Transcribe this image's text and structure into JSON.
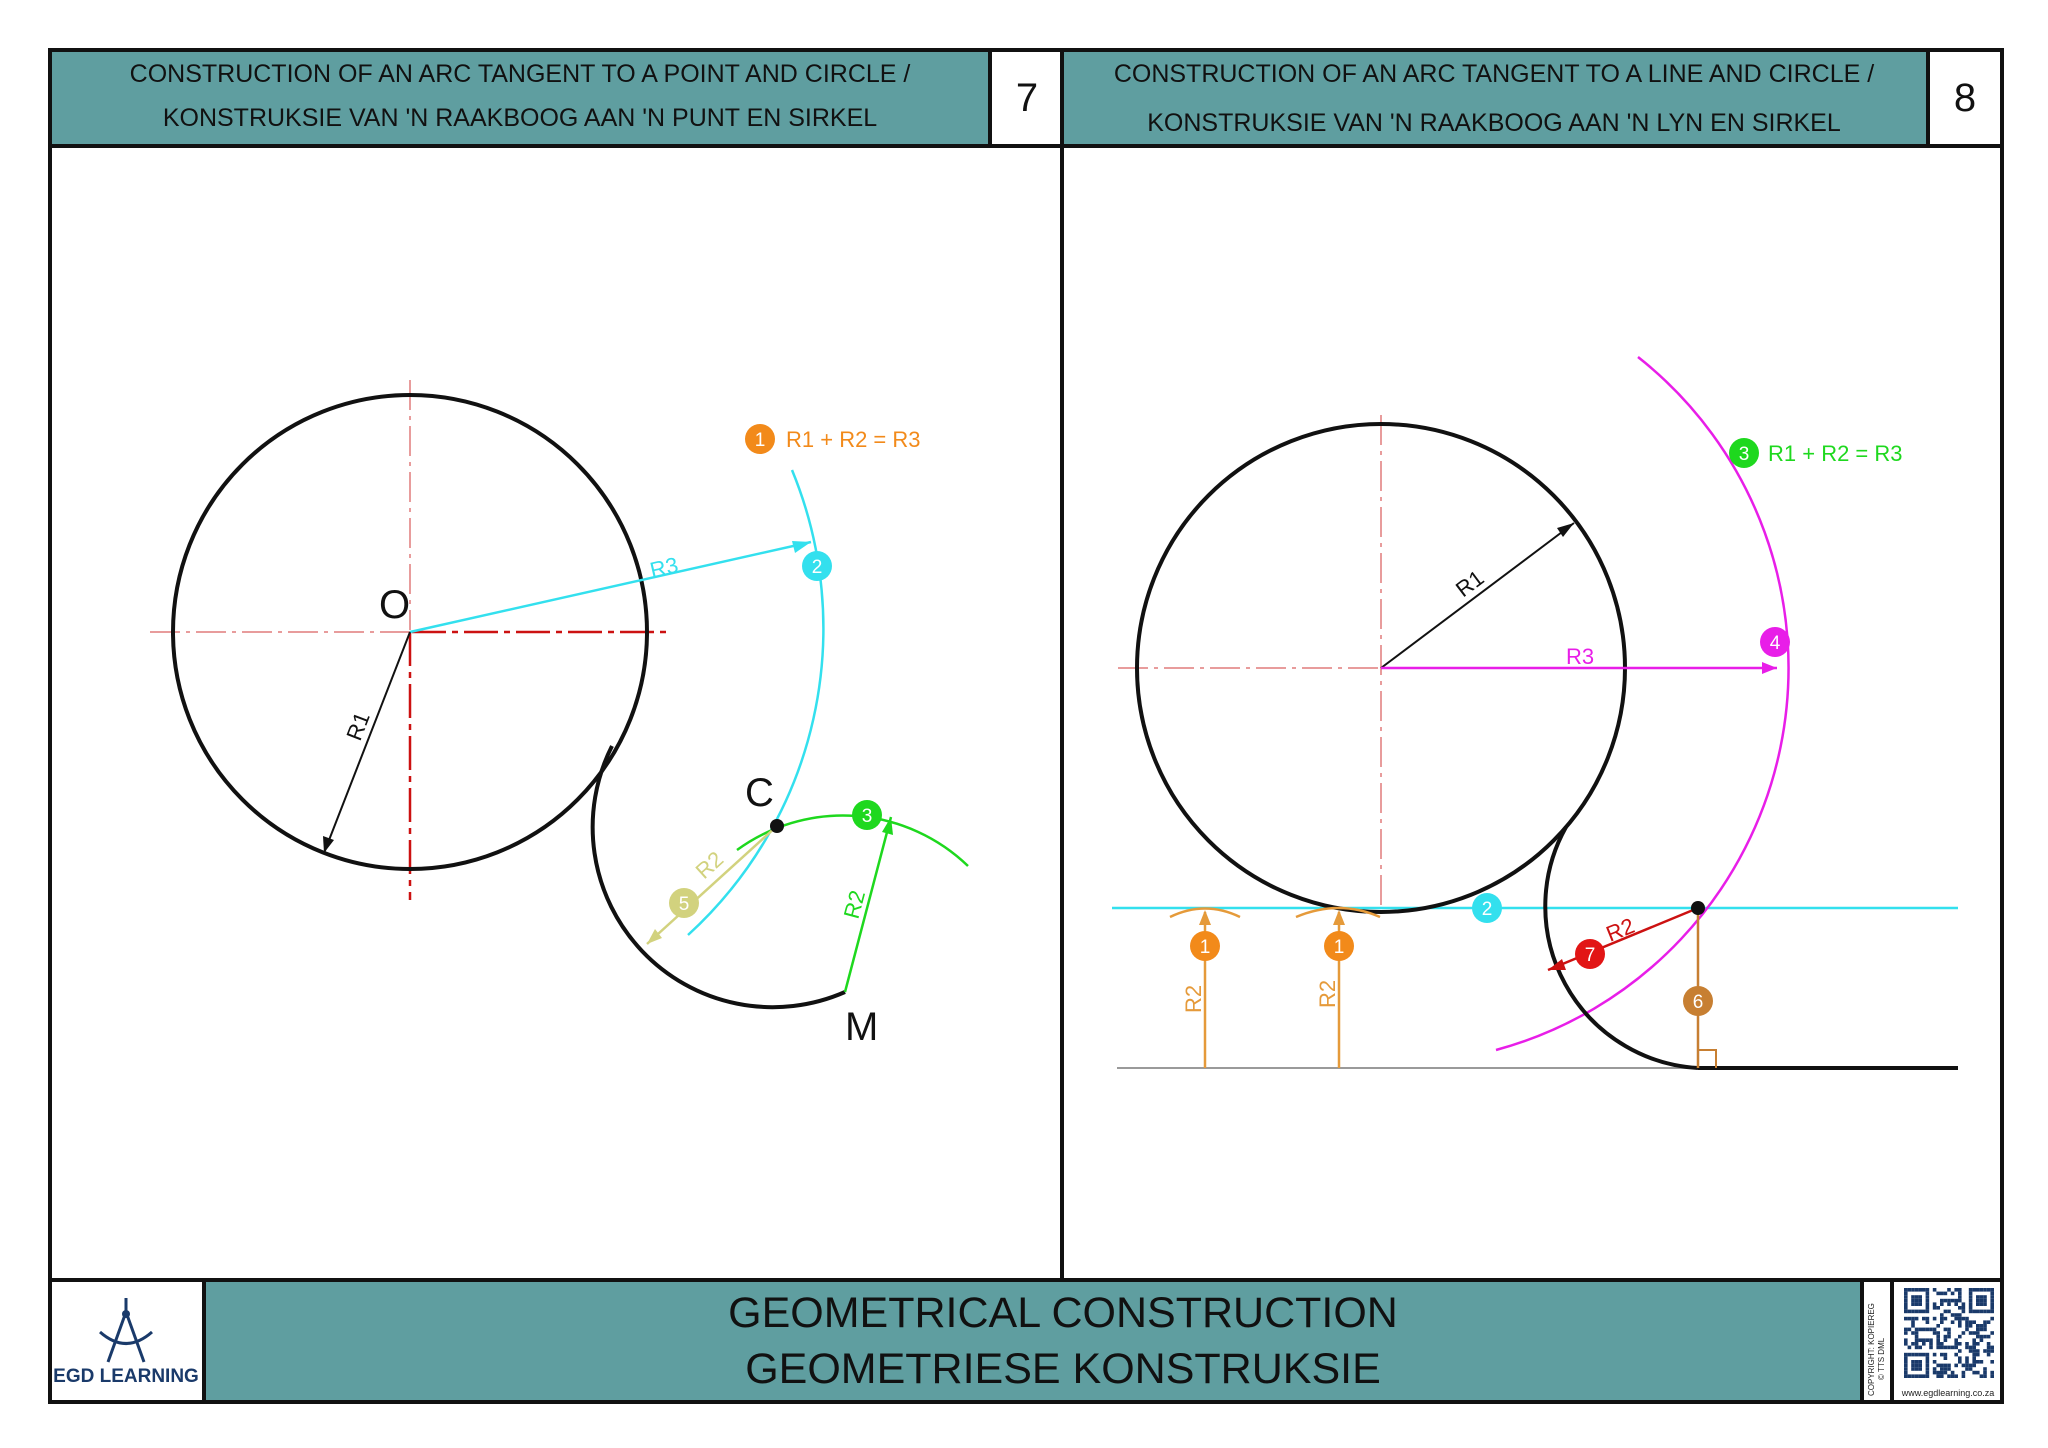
{
  "panel7": {
    "title_line1": "CONSTRUCTION OF AN ARC TANGENT TO A POINT AND CIRCLE /",
    "title_line2": "KONSTRUKSIE VAN 'N RAAKBOOG AAN 'N PUNT EN SIRKEL",
    "number": "7",
    "label_O": "O",
    "label_C": "C",
    "label_M": "M",
    "label_R1": "R1",
    "label_R2": "R2",
    "label_R3": "R3",
    "step1_text": "R1 + R2 = R3",
    "steps": [
      "1",
      "2",
      "3",
      "5"
    ]
  },
  "panel8": {
    "title_line1": "CONSTRUCTION OF AN ARC TANGENT TO A LINE AND CIRCLE /",
    "title_line2": "KONSTRUKSIE VAN 'N RAAKBOOG AAN 'N LYN EN SIRKEL",
    "number": "8",
    "label_R1": "R1",
    "label_R2": "R2",
    "label_R3": "R3",
    "step3_text": "R1 + R2 = R3",
    "steps": [
      "1",
      "2",
      "3",
      "4",
      "6",
      "7"
    ]
  },
  "footer": {
    "logo_text": "EGD LEARNING",
    "title_line1": "GEOMETRICAL CONSTRUCTION",
    "title_line2": "GEOMETRIESE KONSTRUKSIE",
    "copyright_line1": "COPYRIGHT: KOPIEREG",
    "copyright_line2": "© TTS DML",
    "website": "www.egdlearning.co.za"
  },
  "colors": {
    "header_teal": "#5f9ea0",
    "orange": "#f28a1a",
    "cyan": "#33e0ee",
    "green": "#1ed81e",
    "olive": "#d2d27e",
    "magenta": "#e81ee8",
    "red": "#e21515",
    "brown": "#c77f32",
    "dark_red": "#cc1111",
    "construction_orange": "#e59a3a"
  }
}
